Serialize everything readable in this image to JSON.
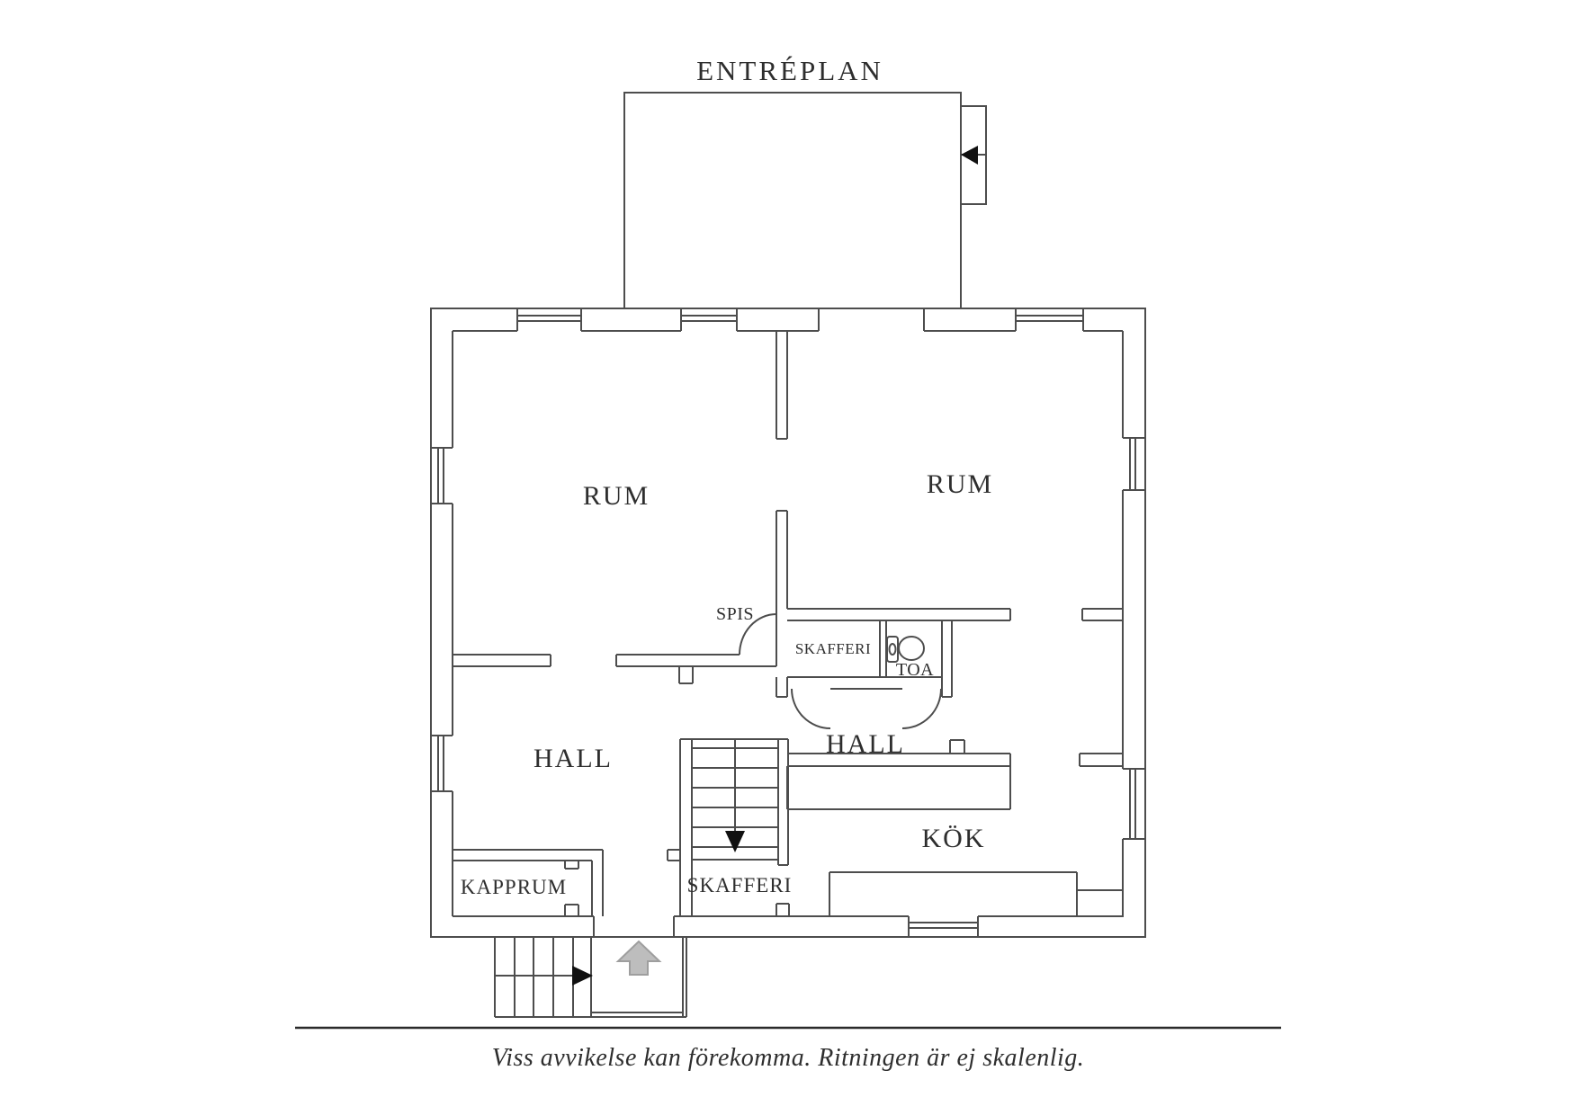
{
  "title": "ENTRÉPLAN",
  "rooms": {
    "rum_left": {
      "label": "RUM"
    },
    "rum_right": {
      "label": "RUM"
    },
    "hall_left": {
      "label": "HALL"
    },
    "hall_center": {
      "label": "HALL"
    },
    "kok": {
      "label": "KÖK"
    },
    "kapprum": {
      "label": "KAPPRUM"
    },
    "skafferi_pantry": {
      "label": "SKAFFERI"
    },
    "skafferi_lower": {
      "label": "SKAFFERI"
    },
    "toa": {
      "label": "TOA"
    },
    "spis": {
      "label": "SPIS"
    }
  },
  "footer": {
    "disclaimer": "Viss avvikelse kan förekomma. Ritningen är ej skalenlig."
  },
  "colors": {
    "background": "#ffffff",
    "wall_line": "#4d4d4d",
    "text": "#2e2e2e",
    "black_arrow": "#111111",
    "gray_arrow_fill": "#bdbdbd",
    "gray_arrow_stroke": "#9e9e9e",
    "rule_line": "#2a2a2a"
  }
}
